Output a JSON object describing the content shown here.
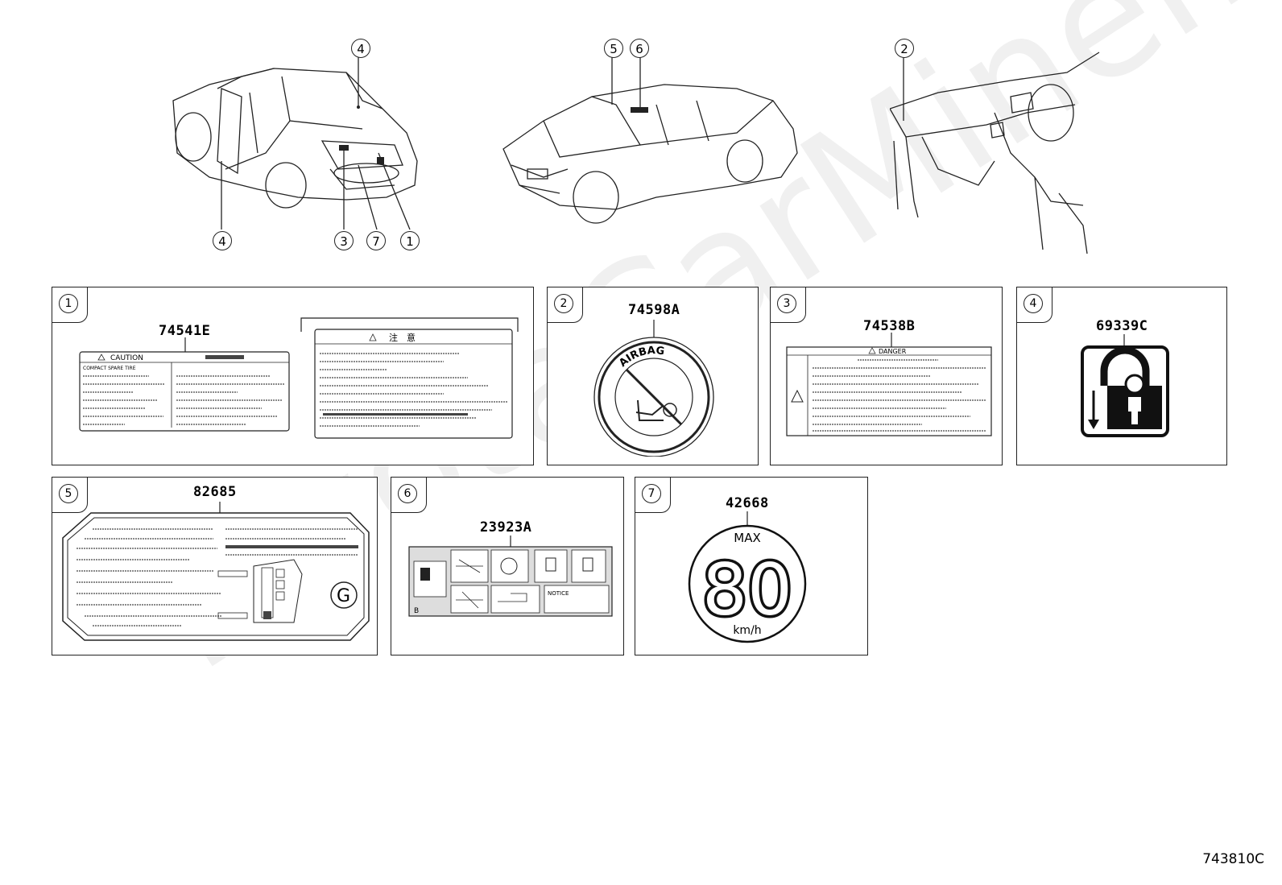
{
  "diagram_code": "743810C",
  "watermark": "ToyotaCarMiner.ru",
  "car_views": {
    "rear_view_callouts": [
      "4",
      "4",
      "3",
      "7",
      "1"
    ],
    "front_view_callouts": [
      "5",
      "6"
    ],
    "dash_view_callouts": [
      "2"
    ]
  },
  "labels": [
    {
      "index": "1",
      "part_number": "74541E",
      "caution_title": "CAUTION",
      "caution_line": "COMPACT SPARE TIRE",
      "jp_title": "注　意"
    },
    {
      "index": "2",
      "part_number": "74598A",
      "ring_text": "AIRBAG"
    },
    {
      "index": "3",
      "part_number": "74538B",
      "danger_title": "DANGER"
    },
    {
      "index": "4",
      "part_number": "69339C"
    },
    {
      "index": "5",
      "part_number": "82685",
      "letter": "G"
    },
    {
      "index": "6",
      "part_number": "23923A",
      "corner_letter": "B",
      "notice": "NOTICE"
    },
    {
      "index": "7",
      "part_number": "42668",
      "max": "MAX",
      "speed": "80",
      "unit": "km/h"
    }
  ]
}
